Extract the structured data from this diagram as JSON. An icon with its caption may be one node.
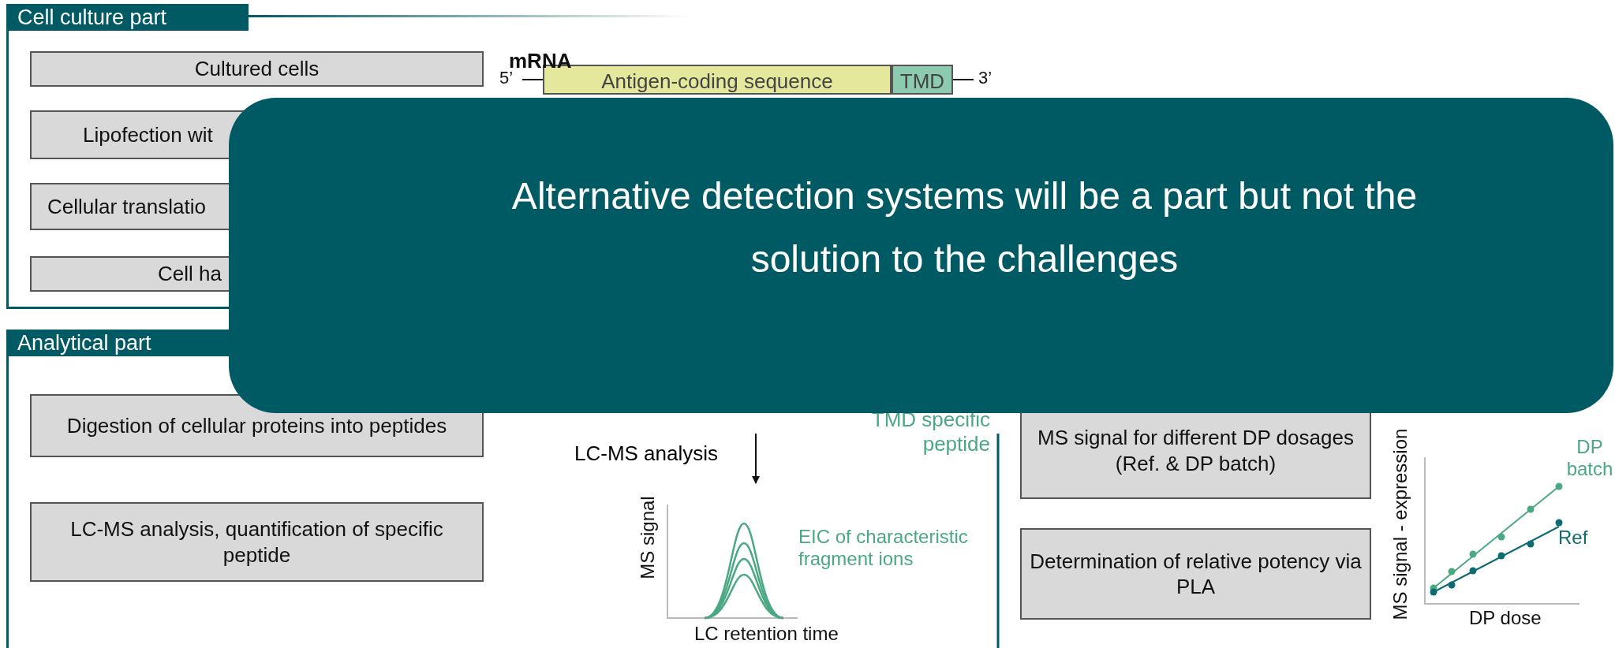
{
  "diagram": {
    "nodes": [
      {
        "text": [
          "Cell culture part"
        ]
      },
      {
        "text": [
          "Cultured cells"
        ],
        "in": 0
      },
      {
        "text": [
          "Lipofection wit"
        ],
        "in": 0
      },
      {
        "text": [
          "Cellular translatio"
        ],
        "in": 0
      },
      {
        "text": [
          "Cell ha"
        ],
        "in": 0
      },
      {
        "text": [
          "Antigen-coding sequence"
        ]
      },
      {
        "text": [
          "TMD"
        ]
      },
      {
        "text": [
          "Alternative detection systems will be a part but not the solution to the challenges"
        ]
      },
      {
        "text": [
          "Analytical part"
        ]
      },
      {
        "text": [
          "Digestion of cellular proteins into peptides"
        ],
        "in": 8
      },
      {
        "text": [
          "LC-MS analysis, quantification of specific peptide"
        ],
        "in": 8
      },
      {
        "text": [],
        "shape": "picture",
        "in": 8,
        "beside": [
          "MS signal",
          "EIC of characteristic fragment ions",
          "LC retention time"
        ]
      },
      {
        "text": [
          "MS signal for different DP dosages (Ref. & DP batch)"
        ],
        "in": 8
      },
      {
        "text": [
          "Determination of relative potency via PLA"
        ],
        "in": 8
      }
    ],
    "edges": [
      {
        "from": null,
        "to": 11,
        "arrow": "to",
        "label": "LC-MS analysis"
      }
    ],
    "labels": [
      "mRNA",
      "5’",
      "3’",
      "TMD specific peptide",
      "MS signal - expression",
      "DP batch",
      "Ref",
      "DP dose"
    ]
  }
}
